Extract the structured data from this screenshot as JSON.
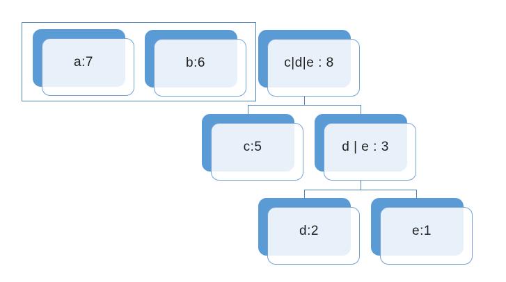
{
  "diagram": {
    "type": "huffman-tree",
    "nodes": {
      "a": {
        "label": "a:7"
      },
      "b": {
        "label": "b:6"
      },
      "cde": {
        "label": "c|d|e : 8"
      },
      "c": {
        "label": "c:5"
      },
      "de": {
        "label": "d | e : 3"
      },
      "d": {
        "label": "d:2"
      },
      "e": {
        "label": "e:1"
      }
    },
    "edges": [
      {
        "from": "cde",
        "to": "c"
      },
      {
        "from": "cde",
        "to": "de"
      },
      {
        "from": "de",
        "to": "d"
      },
      {
        "from": "de",
        "to": "e"
      }
    ],
    "group_frame_members": [
      "a",
      "b"
    ],
    "colors": {
      "background": "#ffffff",
      "node_back": "#5B9BD5",
      "node_border": "#74A2D8",
      "node_overlay": "rgba(255,255,255,0.86)",
      "line": "#4E80BC",
      "text": "#1f1f1f"
    }
  }
}
